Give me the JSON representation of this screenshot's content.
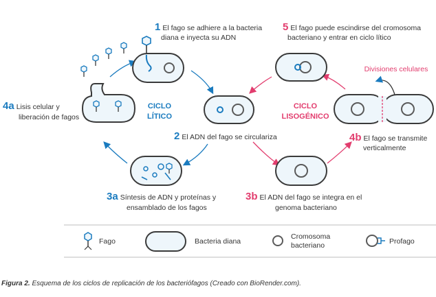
{
  "steps": {
    "s1": {
      "num": "1",
      "line1": "El fago se adhiere a la bacteria",
      "line2": "diana e inyecta su ADN"
    },
    "s2": {
      "num": "2",
      "line1": "El ADN del fago se circulariza"
    },
    "s3a": {
      "num": "3a",
      "line1": "Síntesis de ADN y proteínas y",
      "line2": "ensamblado de los fagos"
    },
    "s4a": {
      "num": "4a",
      "line1": "Lisis celular y",
      "line2": "liberación de fagos"
    },
    "s3b": {
      "num": "3b",
      "line1": "El ADN del fago se integra en el",
      "line2": "genoma bacteriano"
    },
    "s4b": {
      "num": "4b",
      "line1": "El fago se transmite",
      "line2": "verticalmente"
    },
    "s5": {
      "num": "5",
      "line1": "El fago puede escindirse del cromosoma",
      "line2": "bacteriano y entrar en ciclo lítico"
    }
  },
  "cycles": {
    "lytic": {
      "line1": "CICLO",
      "line2": "LÍTICO"
    },
    "lysogenic": {
      "line1": "CICLO",
      "line2": "LISOGÉNICO"
    }
  },
  "cell_division_label": "Divisiones celulares",
  "legend": {
    "phage": "Fago",
    "target": "Bacteria diana",
    "chromosome_l1": "Cromosoma",
    "chromosome_l2": "bacteriano",
    "prophage": "Profago"
  },
  "caption": {
    "label": "Figura 2.",
    "text": " Esquema de los ciclos de replicación de los bacteriófagos (Creado con BioRender.com)."
  },
  "colors": {
    "blue": "#1a7bbf",
    "pink": "#e23d6e",
    "cell_fill": "#eef6fb",
    "outline": "#3a3a3a"
  }
}
